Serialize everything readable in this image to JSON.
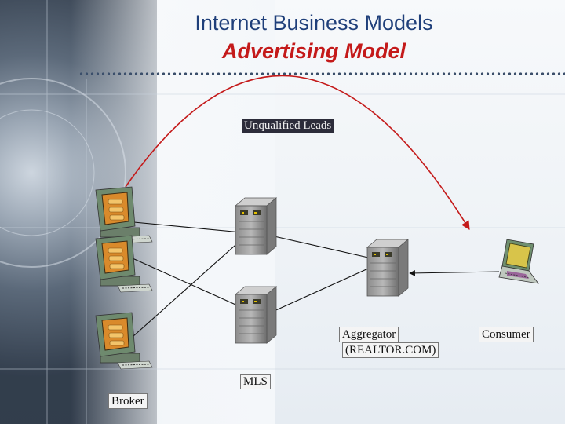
{
  "title": "Internet Business Models",
  "subtitle": "Advertising Model",
  "labels": {
    "unqualified_leads": "Unqualified Leads",
    "aggregator": "Aggregator",
    "aggregator_sub": "(REALTOR.COM)",
    "consumer": "Consumer",
    "mls": "MLS",
    "broker": "Broker"
  },
  "colors": {
    "title": "#1f3f7a",
    "subtitle": "#c41a1a",
    "arc": "#c41a1a",
    "arrows": "#111111"
  },
  "icons": {
    "broker_computers": "desktop-computer-icon",
    "servers": "server-tower-icon",
    "consumer_device": "laptop-icon"
  }
}
